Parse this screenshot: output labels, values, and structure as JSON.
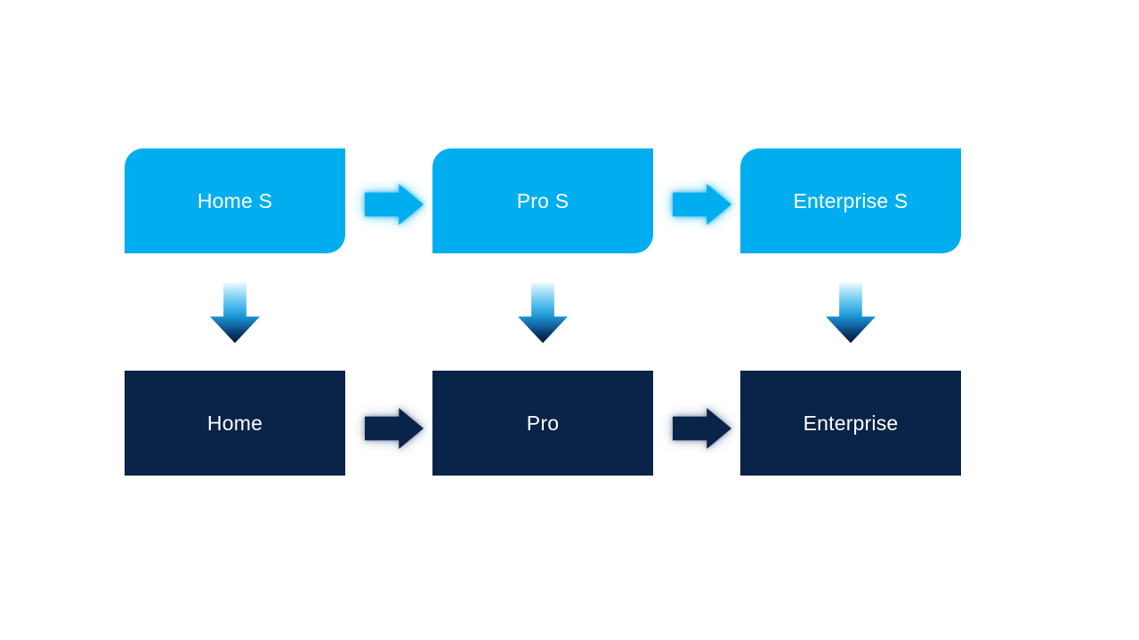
{
  "diagram": {
    "columns": [
      {
        "top_label": "Home S",
        "bottom_label": "Home"
      },
      {
        "top_label": "Pro S",
        "bottom_label": "Pro"
      },
      {
        "top_label": "Enterprise S",
        "bottom_label": "Enterprise"
      }
    ],
    "icons": {
      "right_arrow": "right-arrow-shape",
      "down_arrow": "down-arrow-gradient-shape"
    },
    "colors": {
      "accent_light_blue": "#00AEEF",
      "accent_dark_navy": "#0A2348",
      "label_text": "#FFFFFF",
      "down_arrow_gradient_top": "#EDF8FE",
      "down_arrow_gradient_bottom": "#041C3B",
      "background": "#FFFFFF"
    }
  }
}
